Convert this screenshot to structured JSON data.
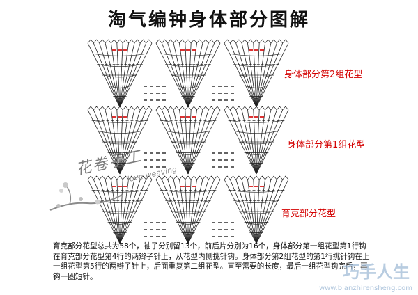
{
  "title": "淘气编钟身体部分图解",
  "labels": {
    "row1": "身体部分第2组花型",
    "row2": "身体部分第1组花型",
    "row3": "育克部分花型"
  },
  "watermark": {
    "cn": "花卷手工",
    "en": "love weaving"
  },
  "description": "育克部分花型总共为58个，袖子分别留13个，前后片分别为16个，身体部分第一组花型第1行钩在育克部分花型第4行的两辫子针上，从花型内侧挑针钩。身体部分第2组花型的第1行挑针钩在上一组花型第5行的两辫子针上，后面重复第二组花型。直至需要的长度，最后一组花型钩完后，再钩一圈短针。",
  "logo": {
    "name": "巧手人生",
    "url": "www.bianzhirensheng.com"
  },
  "colors": {
    "stitch": "#222222",
    "accent": "#d40000",
    "label": "#d40000"
  }
}
